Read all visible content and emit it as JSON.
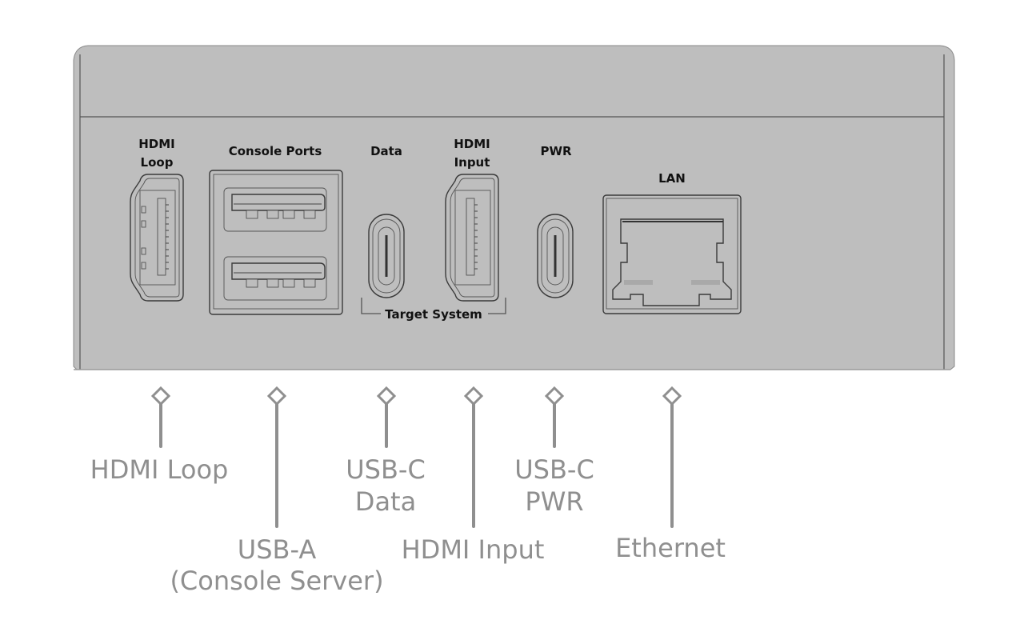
{
  "device": {
    "body_color": "#bebebe",
    "outline_color": "#555555",
    "port_labels": {
      "hdmi_loop": [
        "HDMI",
        "Loop"
      ],
      "console_ports": "Console Ports",
      "data": "Data",
      "hdmi_input": [
        "HDMI",
        "Input"
      ],
      "pwr": "PWR",
      "lan": "LAN",
      "target_system": "Target System"
    }
  },
  "callouts": {
    "color": "#8f8f8f",
    "items": [
      {
        "id": "hdmi-loop",
        "lines": [
          "HDMI Loop"
        ]
      },
      {
        "id": "usb-a",
        "lines": [
          "USB-A",
          "(Console Server)"
        ]
      },
      {
        "id": "usb-c-data",
        "lines": [
          "USB-C",
          "Data"
        ]
      },
      {
        "id": "hdmi-input",
        "lines": [
          "HDMI Input"
        ]
      },
      {
        "id": "usb-c-pwr",
        "lines": [
          "USB-C",
          "PWR"
        ]
      },
      {
        "id": "ethernet",
        "lines": [
          "Ethernet"
        ]
      }
    ]
  }
}
